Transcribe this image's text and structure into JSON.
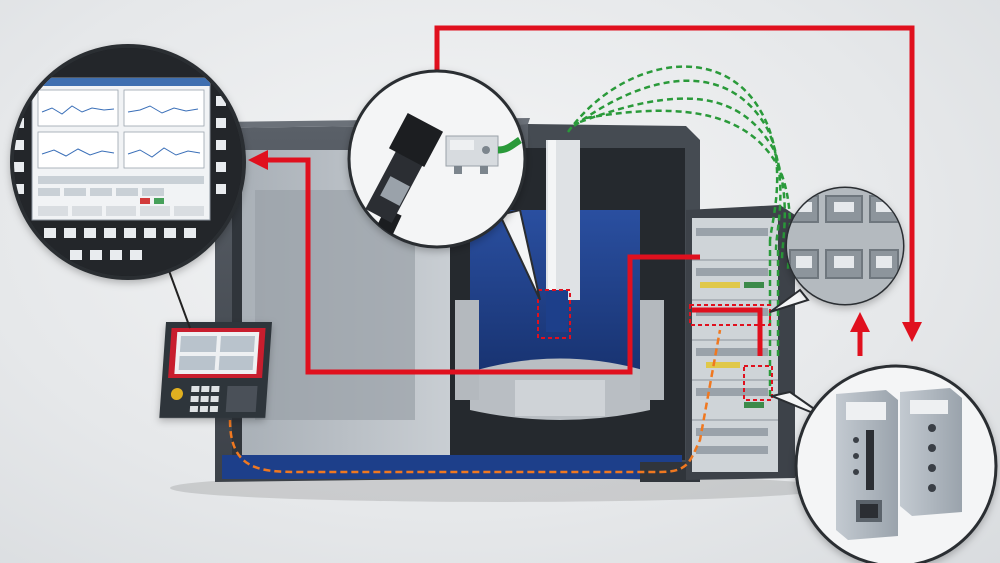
{
  "diagram": {
    "colors": {
      "background": "#e8eaec",
      "machine_body": "#4a5058",
      "machine_frame": "#3a3f46",
      "machine_blue": "#1d3f8a",
      "signal_line": "#e0101e",
      "network_line": "#2a9a3a",
      "field_bus_line": "#f07820",
      "panel_white": "#eef0f2"
    },
    "icons": {
      "cnc_machine": "cnc-machine-icon",
      "operator_panel": "operator-panel-icon",
      "sensor": "sensor-icon",
      "ethernet_ports": "ethernet-port-icon",
      "io_modules": "io-module-icon",
      "control_cabinet": "control-cabinet-icon"
    },
    "callouts": [
      "screen-detail",
      "sensor-detail",
      "ethernet-ports-detail",
      "io-modules-detail"
    ]
  }
}
